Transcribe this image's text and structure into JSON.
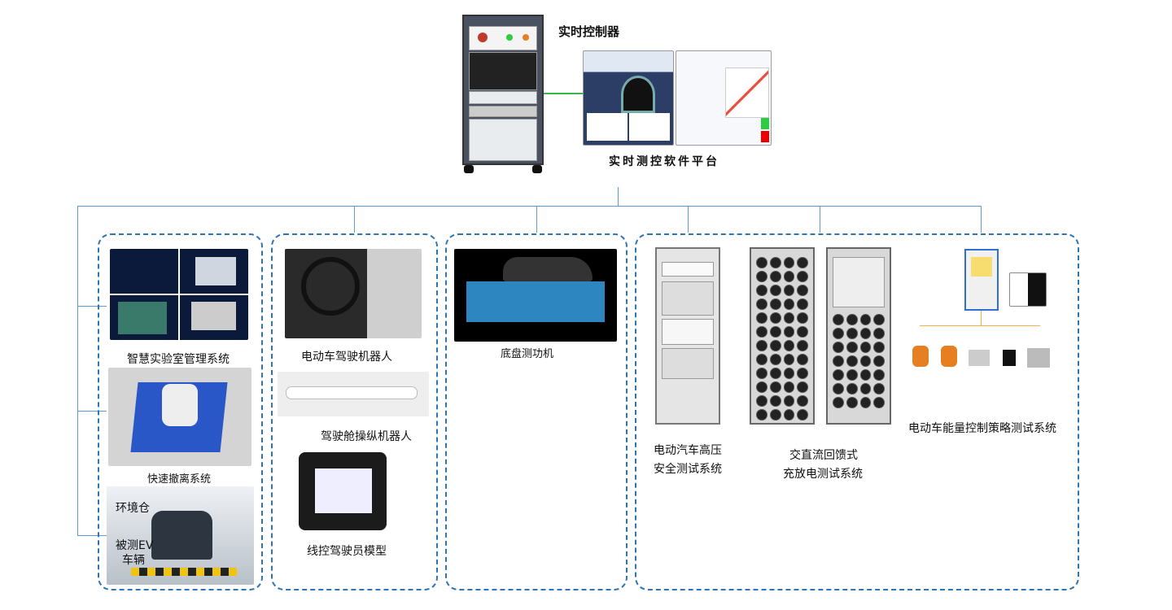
{
  "top": {
    "controller_label": "实时控制器",
    "software_label": "实时测控软件平台"
  },
  "groups": {
    "lab": {
      "mgmt": "智慧实验室管理系统",
      "evac": "快速撤离系统",
      "env": "环境仓",
      "ev1": "被测EV",
      "ev2": "车辆"
    },
    "robots": {
      "driver": "电动车驾驶机器人",
      "cockpit": "驾驶舱操纵机器人",
      "bywire": "线控驾驶员模型"
    },
    "dyno": {
      "chassis": "底盘测功机"
    },
    "tests": {
      "hv1": "电动汽车高压",
      "hv2": "安全测试系统",
      "acdc1": "交直流回馈式",
      "acdc2": "充放电测试系统",
      "energy": "电动车能量控制策略测试系统"
    }
  },
  "colors": {
    "line": "#5b9bd5",
    "dash": "#2e75b6",
    "orange": "#f5b041",
    "green": "#3cb44b"
  }
}
